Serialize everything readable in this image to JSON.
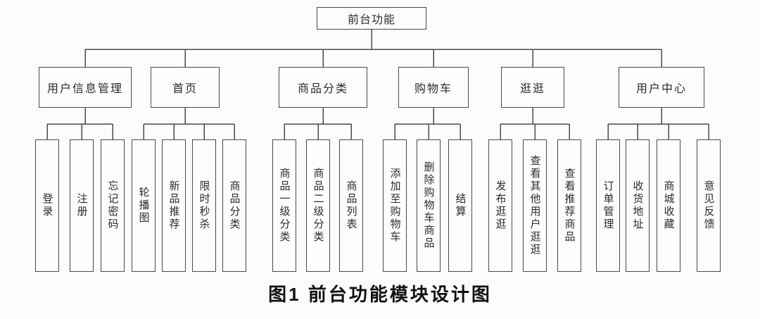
{
  "diagram": {
    "root": "前台功能",
    "caption": "图1  前台功能模块设计图",
    "groups": [
      {
        "label": "用户信息管理",
        "children": [
          "登录",
          "注册",
          "忘记密码"
        ]
      },
      {
        "label": "首页",
        "children": [
          "轮播图",
          "新品推荐",
          "限时秒杀",
          "商品分类"
        ]
      },
      {
        "label": "商品分类",
        "children": [
          "商品一级分类",
          "商品二级分类",
          "商品列表"
        ]
      },
      {
        "label": "购物车",
        "children": [
          "添加至购物车",
          "删除购物车商品",
          "结算"
        ]
      },
      {
        "label": "逛逛",
        "children": [
          "发布逛逛",
          "查看其他用户逛逛",
          "查看推荐商品"
        ]
      },
      {
        "label": "用户中心",
        "children": [
          "订单管理",
          "收货地址",
          "商城收藏",
          "意见反馈"
        ]
      }
    ],
    "line_color": "#4a4a4a"
  }
}
